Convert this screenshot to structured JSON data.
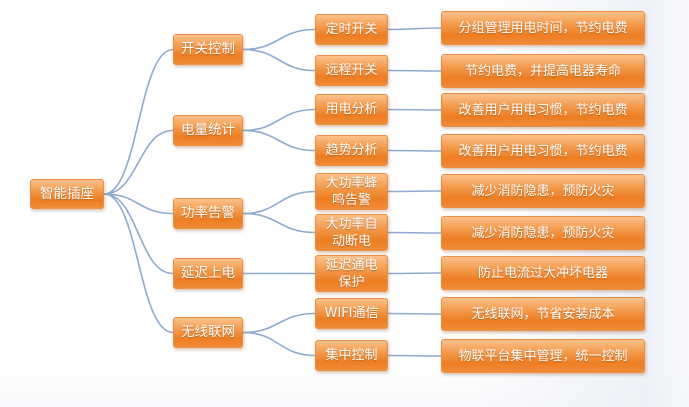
{
  "root": {
    "label": "智能插座",
    "children": [
      {
        "label": "开关控制",
        "children": [
          {
            "label": "定时开关",
            "desc": "分组管理用电时间，节约电费"
          },
          {
            "label": "远程开关",
            "desc": "节约电费，并提高电器寿命"
          }
        ]
      },
      {
        "label": "电量统计",
        "children": [
          {
            "label": "用电分析",
            "desc": "改善用户用电习惯，节约电费"
          },
          {
            "label": "趋势分析",
            "desc": "改善用户用电习惯，节约电费"
          }
        ]
      },
      {
        "label": "功率告警",
        "children": [
          {
            "label": "大功率蜂\n鸣告警",
            "desc": "减少消防隐患，预防火灾"
          },
          {
            "label": "大功率自\n动断电",
            "desc": "减少消防隐患，预防火灾"
          }
        ]
      },
      {
        "label": "延迟上电",
        "children": [
          {
            "label": "延迟通电\n保护",
            "desc": "防止电流过大冲坏电器"
          }
        ]
      },
      {
        "label": "无线联网",
        "children": [
          {
            "label": "WIFI通信",
            "desc": "无线联网，节省安装成本"
          },
          {
            "label": "集中控制",
            "desc": "物联平台集中管理，统一控制"
          }
        ]
      }
    ]
  },
  "colors": {
    "node_top": "#fbc28c",
    "node_bottom": "#ed7d22",
    "connector": "#8eaad0"
  }
}
